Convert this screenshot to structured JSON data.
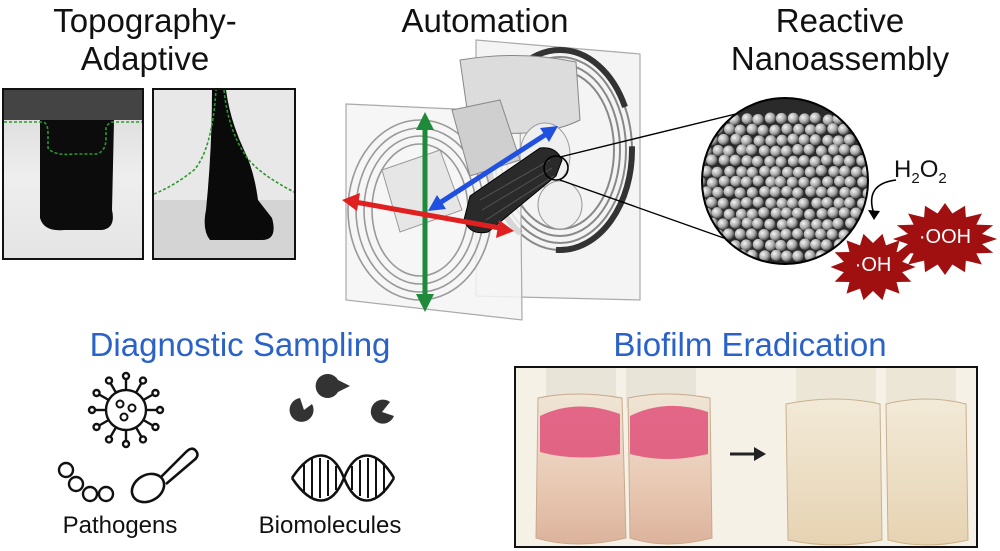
{
  "headings": {
    "topography": [
      "Topography-",
      "Adaptive"
    ],
    "automation": "Automation",
    "reactive": [
      "Reactive",
      "Nanoassembly"
    ],
    "diagnostic": "Diagnostic Sampling",
    "biofilm": "Biofilm Eradication"
  },
  "labels": {
    "pathogens": "Pathogens",
    "biomolecules": "Biomolecules"
  },
  "chemistry": {
    "h2o2_main": "H",
    "h2o2_sub1": "2",
    "h2o2_o": "O",
    "h2o2_sub2": "2",
    "oh": "·OH",
    "ooh": "·OOH"
  },
  "colors": {
    "heading_blue": "#2a62c9",
    "radical_red": "#a01010",
    "axis_green": "#1e8a3a",
    "axis_red": "#e02020",
    "axis_blue": "#2050e0",
    "biofilm_pink": "#e0507a"
  }
}
